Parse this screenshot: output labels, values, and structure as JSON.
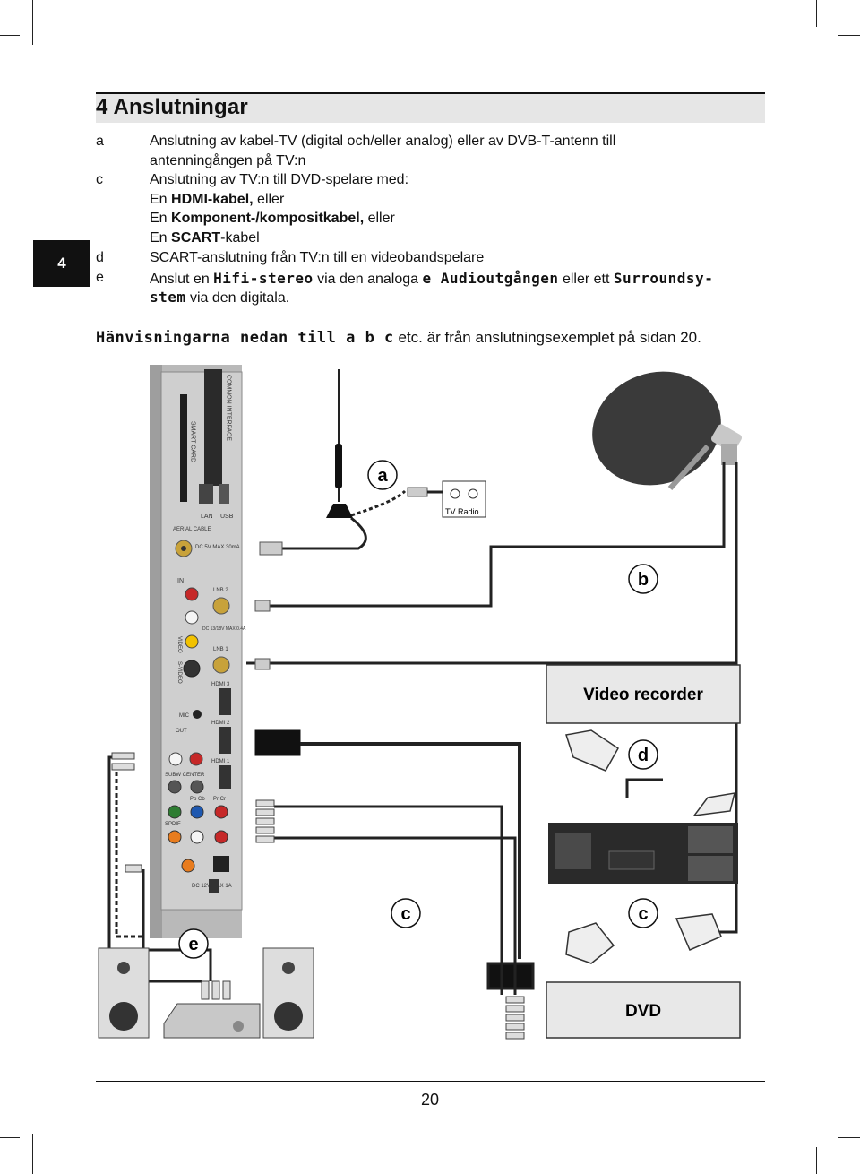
{
  "section": {
    "title": "4 Anslutningar",
    "tab_number": "4"
  },
  "items": [
    {
      "letter": "a",
      "lines": [
        "Anslutning av kabel-TV (digital och/eller analog) eller av DVB-T-antenn till",
        "antenningången på TV:n"
      ]
    },
    {
      "letter": "c",
      "lines": [
        "Anslutning av TV:n till DVD-spelare med:"
      ],
      "sublines": [
        {
          "pre": "En ",
          "bold": "HDMI-kabel,",
          "post": " eller"
        },
        {
          "pre": "En ",
          "bold": "Komponent-/kompositkabel,",
          "post": " eller"
        },
        {
          "pre": "En ",
          "bold": "SCART",
          "post": "-kabel"
        }
      ]
    },
    {
      "letter": "d",
      "lines": [
        "SCART-anslutning från TV:n till en videobandspelare"
      ]
    },
    {
      "letter": "e",
      "line1": {
        "p1": "Anslut en ",
        "b1": "Hifi-stereo",
        "p2": " via den analoga ",
        "b2": "e Audioutgången",
        "p3": " eller ett ",
        "b3": "Surroundsy-"
      },
      "line2": {
        "b1": "stem",
        "p1": " via den digitala."
      }
    }
  ],
  "note": {
    "bold": "Hänvisningarna nedan till a b c",
    "rest": " etc. är från anslutningsexemplet på sidan 20."
  },
  "diagram": {
    "labels": {
      "a": "a",
      "b": "b",
      "c1": "c",
      "c2": "c",
      "d": "d",
      "e": "e"
    },
    "video_recorder": "Video recorder",
    "dvd": "DVD",
    "wall_socket": "TV Radio",
    "panel_labels": {
      "smart_card": "SMART CARD",
      "common_interface": "COMMON INTERFACE",
      "lan": "LAN",
      "usb": "USB",
      "aerial": "AERIAL CABLE",
      "dc5v": "DC 5V MAX 30mA",
      "in": "IN",
      "lnb2": "LNB 2",
      "dc1318": "DC 13/18V MAX 0.4A",
      "lnb1": "LNB 1",
      "video": "VIDEO",
      "svideo": "S-VIDEO",
      "hdmi3": "HDMI 3",
      "mic": "MIC",
      "hdmi2": "HDMI 2",
      "out": "OUT",
      "hdmi1": "HDMI 1",
      "subw_center": "SUBW CENTER",
      "pr_cr": "Pr Cr",
      "pb_cb": "Pb Cb",
      "spdif": "SPDIF",
      "dc12v": "DC 12V MAX 1A"
    }
  },
  "page_number": "20"
}
